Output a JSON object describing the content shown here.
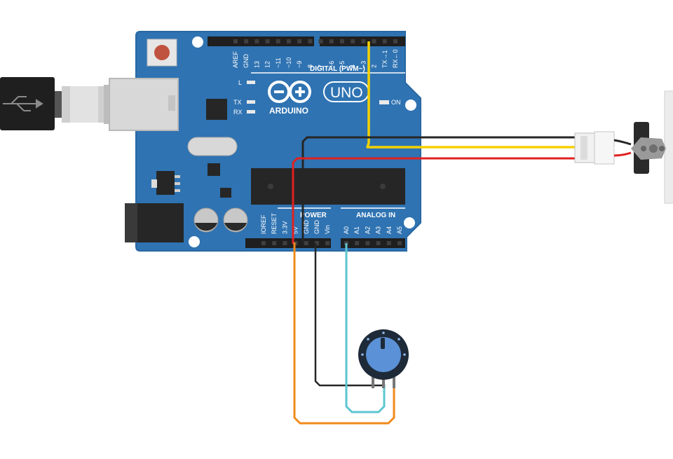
{
  "board": {
    "digital_pins": [
      "AREF",
      "GND",
      "13",
      "12",
      "~11",
      "~10",
      "~9",
      "8",
      "7",
      "~6",
      "~5",
      "4",
      "~3",
      "2",
      "TX→1",
      "RX←0"
    ],
    "digital_header": "DIGITAL (PWM~)",
    "power_pins": [
      "IOREF",
      "RESET",
      "3.3V",
      "5V",
      "GND",
      "GND",
      "Vin"
    ],
    "analog_pins": [
      "A0",
      "A1",
      "A2",
      "A3",
      "A4",
      "A5"
    ],
    "power_header": "POWER",
    "analog_header": "ANALOG IN",
    "brand": "ARDUINO",
    "model": "UNO",
    "led_l": "L",
    "led_tx": "TX",
    "led_rx": "RX",
    "on_label": "ON"
  },
  "colors": {
    "board": "#2f73b2",
    "header": "#1f1f1f",
    "wire_signal": "#f5d100",
    "wire_power": "#e02020",
    "wire_ground": "#262626",
    "wire_orange": "#f08a1c",
    "wire_cyan": "#5cc6d0",
    "pot_knob": "#5b91d6"
  },
  "icons": [
    "usb-cable-icon",
    "usb-symbol-icon",
    "servo-motor-icon",
    "potentiometer-icon",
    "arduino-logo-icon"
  ]
}
